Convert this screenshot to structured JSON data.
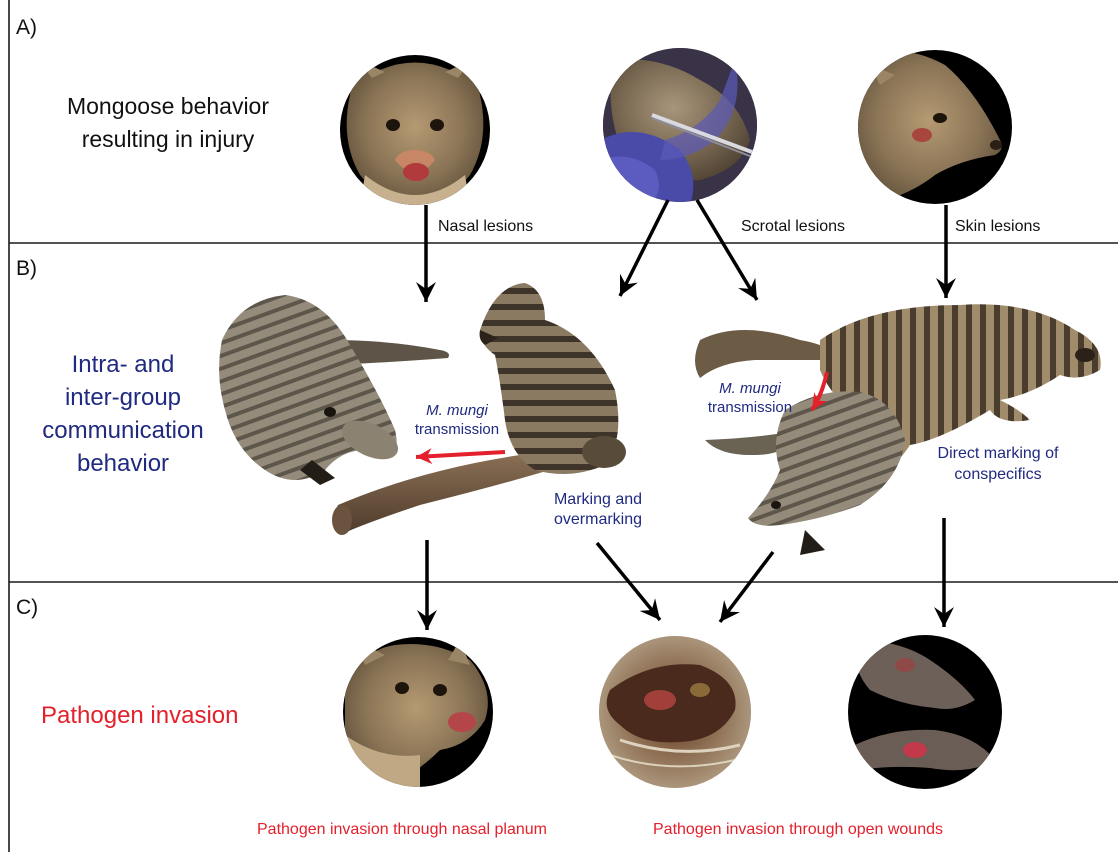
{
  "panels": {
    "a": {
      "letter": "A)",
      "heading_line1": "Mongoose behavior",
      "heading_line2": "resulting in injury",
      "photo_names": [
        "mongoose-face-nose-photo",
        "scrotal-exam-photo",
        "mongoose-side-face-photo"
      ],
      "labels": {
        "nasal": "Nasal lesions",
        "scrotal": "Scrotal lesions",
        "skin": "Skin lesions"
      }
    },
    "b": {
      "letter": "B)",
      "heading_lines": [
        "Intra- and",
        "inter-group",
        "communication",
        "behavior"
      ],
      "left_transmission": {
        "species": "M. mungi",
        "word": "transmission"
      },
      "right_transmission": {
        "species": "M. mungi",
        "word": "transmission"
      },
      "marking_line1": "Marking and",
      "marking_line2": "overmarking",
      "direct_line1": "Direct marking of",
      "direct_line2": "conspecifics"
    },
    "c": {
      "letter": "C)",
      "heading": "Pathogen invasion",
      "photo_names": [
        "nasal-planum-lesion-photo",
        "open-wound-photo",
        "tail-and-limb-lesion-photo"
      ],
      "caption_nasal": "Pathogen invasion through nasal planum",
      "caption_wounds": "Pathogen invasion through open wounds"
    }
  },
  "colors": {
    "navy_text": "#1f2a80",
    "red_text": "#e3202b",
    "red_arrow": "#e3202b",
    "black_arrow": "#000000",
    "divider": "#1a1a1a"
  }
}
